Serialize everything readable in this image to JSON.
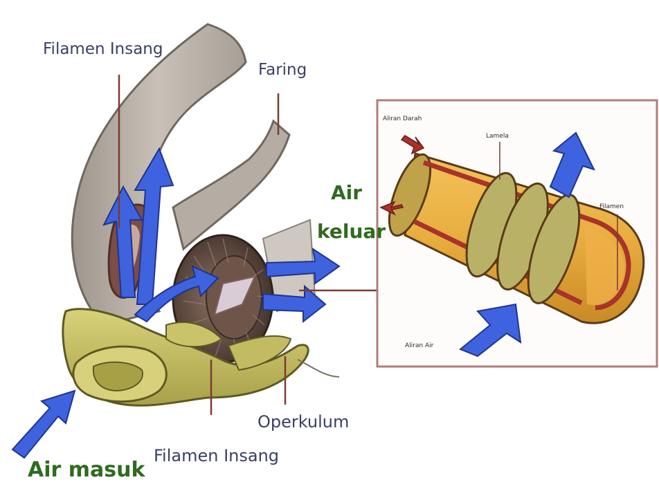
{
  "labels": {
    "filamen_insang_top": "Filamen Insang",
    "faring": "Faring",
    "air_keluar_1": "Air",
    "air_keluar_2": "keluar",
    "operkulum": "Operkulum",
    "filamen_insang_bottom": "Filamen Insang",
    "air_masuk": "Air masuk"
  },
  "inset_labels": {
    "aliran_darah": "Aliran Darah",
    "lamela": "Lamela",
    "filamen": "Filamen",
    "aliran_air": "Aliran Air"
  },
  "colors": {
    "arrow_blue": "#3f63de",
    "gill_arch": "#bfb7ad",
    "gill_green": "#c8c06a",
    "filament_orange": "#e3a63a",
    "blood_red": "#a8332a",
    "inset_border": "#b27d78",
    "label_dark": "#3a3f63",
    "label_green": "#2f6b1f"
  }
}
